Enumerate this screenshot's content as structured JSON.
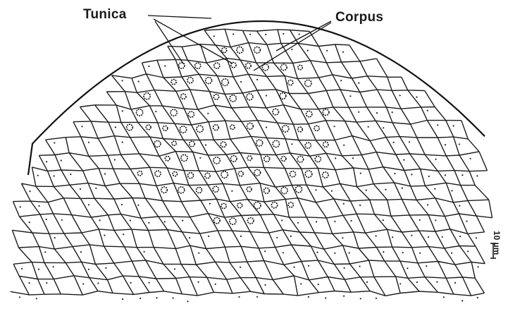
{
  "labels": {
    "tunica": "Tunica",
    "corpus": "Corpus"
  },
  "scale_bar": {
    "text": "10 µm"
  }
}
